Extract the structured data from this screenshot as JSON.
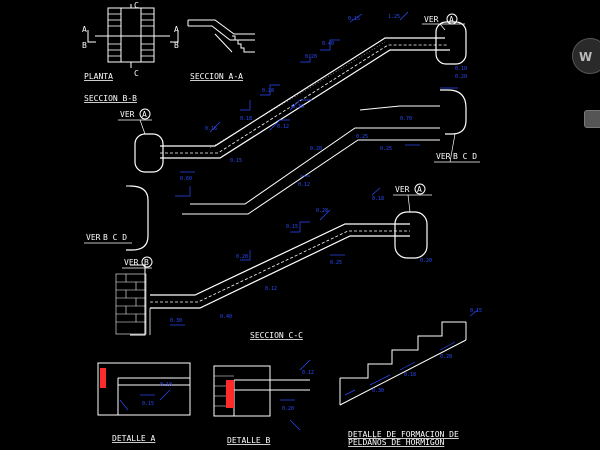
{
  "labels": {
    "planta": "PLANTA",
    "seccion_aa": "SECCION A-A",
    "seccion_bb": "SECCION B-B",
    "seccion_cc": "SECCION C-C",
    "ver_a": "VER",
    "ver_b": "VER",
    "ver_bcd": "VER",
    "detalle_a": "DETALLE A",
    "detalle_b": "DETALLE B",
    "detalle_peldanos_1": "DETALLE DE FORMACION DE",
    "detalle_peldanos_2": "PELDAÑOS DE HORMIGON",
    "mark_a": "A",
    "mark_b": "B",
    "mark_c": "C",
    "circ_a": "A",
    "circ_b": "B",
    "circ_bcd": "B C D"
  },
  "viewcube": {
    "label": "W"
  },
  "colors": {
    "background": "#000000",
    "lines": "#ffffff",
    "dims": "#2b4cff",
    "detail": "#ff2a2a"
  }
}
